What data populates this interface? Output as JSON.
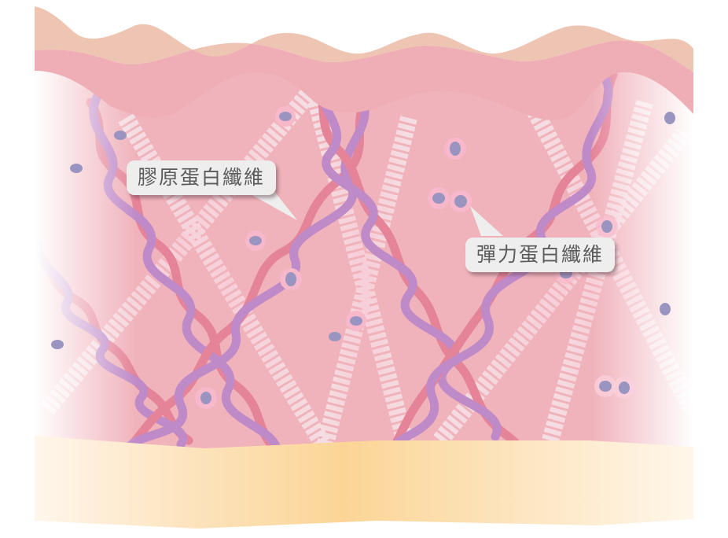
{
  "diagram": {
    "subject": "skin cross-section showing dermis fibers",
    "layers": [
      {
        "name": "epidermis-outer",
        "color": "#eec4b2"
      },
      {
        "name": "epidermis-inner",
        "color": "#efaeb6"
      },
      {
        "name": "dermis",
        "color": "#f0b2bb"
      },
      {
        "name": "subcutaneous-fat",
        "color": "#fbd594"
      }
    ],
    "fiber_colors": {
      "strand_a": "#e58398",
      "strand_b": "#bf8ac8",
      "elastic_band": "#f7d2dc"
    },
    "cell_colors": {
      "halo": "#f8b8cc",
      "nucleus": "#9a94c0"
    }
  },
  "labels": {
    "collagen": "膠原蛋白纖維",
    "elastin": "彈力蛋白纖維"
  }
}
